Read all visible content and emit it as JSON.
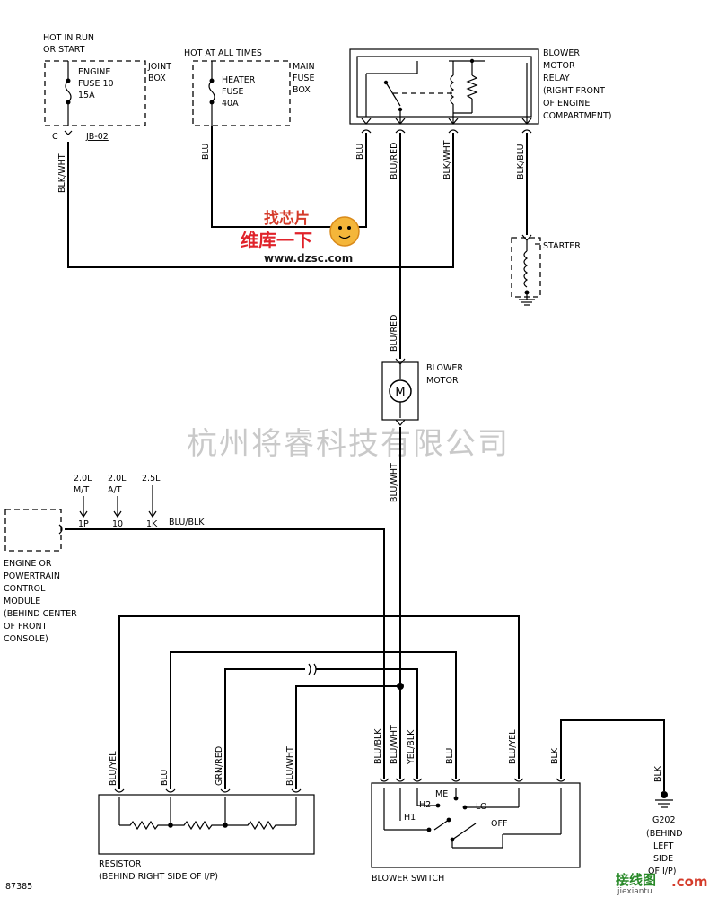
{
  "fuses": {
    "engine": {
      "supply": [
        "HOT IN RUN",
        "OR START"
      ],
      "lines": [
        "ENGINE",
        "FUSE 10",
        "15A"
      ],
      "box": [
        "JOINT",
        "BOX"
      ],
      "pin": "C",
      "connector": "JB-02"
    },
    "heater": {
      "supply": "HOT AT ALL TIMES",
      "lines": [
        "HEATER",
        "FUSE",
        "40A"
      ],
      "box": [
        "MAIN",
        "FUSE",
        "BOX"
      ]
    }
  },
  "relay": {
    "lines": [
      "BLOWER",
      "MOTOR",
      "RELAY",
      "(RIGHT FRONT",
      "OF ENGINE",
      "COMPARTMENT)"
    ]
  },
  "starter": {
    "label": "STARTER"
  },
  "motor": {
    "lines": [
      "BLOWER",
      "MOTOR"
    ],
    "symbol": "M"
  },
  "module": {
    "lines": [
      "ENGINE OR",
      "POWERTRAIN",
      "CONTROL",
      "MODULE",
      "(BEHIND CENTER",
      "OF FRONT",
      "CONSOLE)"
    ],
    "variants": [
      {
        "engine": "2.0L",
        "trans": "M/T",
        "pin": "1P"
      },
      {
        "engine": "2.0L",
        "trans": "A/T",
        "pin": "10"
      },
      {
        "engine": "2.5L",
        "trans": "",
        "pin": "1K"
      }
    ]
  },
  "resistor": {
    "lines": [
      "RESISTOR",
      "(BEHIND RIGHT SIDE OF I/P)"
    ]
  },
  "blower_switch": {
    "label": "BLOWER SWITCH",
    "positions": [
      "H1",
      "H2",
      "ME",
      "LO",
      "OFF"
    ]
  },
  "ground": {
    "id": "G202",
    "lines": [
      "(BEHIND",
      "LEFT",
      "SIDE",
      "OF I/P)"
    ]
  },
  "wires": {
    "blk_wht": "BLK/WHT",
    "blu": "BLU",
    "blu_red": "BLU/RED",
    "blk_blu": "BLK/BLU",
    "blu_wht": "BLU/WHT",
    "blu_blk": "BLU/BLK",
    "blu_yel": "BLU/YEL",
    "grn_red": "GRN/RED",
    "yel_blk": "YEL/BLK",
    "blk": "BLK"
  },
  "figure_number": "87385",
  "watermarks": {
    "company": "杭州将睿科技有限公司",
    "site": "www.dzsc.com",
    "brand": "维库一下",
    "logo": "找芯片",
    "jiexiantu": "接线图",
    "jiexiantu_latin": "jiexiantu",
    "dotcom": ".com"
  }
}
